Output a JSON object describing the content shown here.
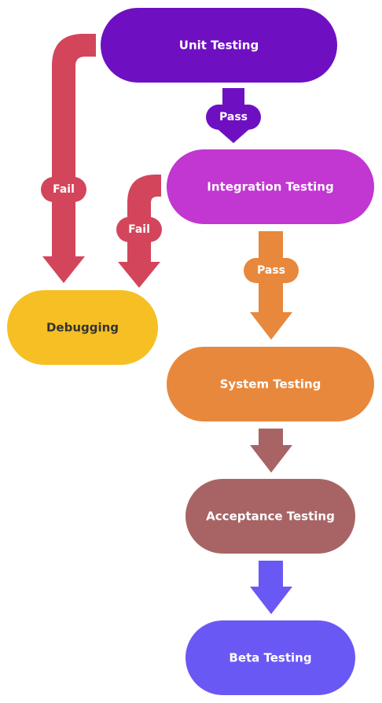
{
  "nodes": {
    "unit": {
      "label": "Unit Testing",
      "color": "#6e10c2",
      "text_color": "#ffffff"
    },
    "integration": {
      "label": "Integration Testing",
      "color": "#c236d1",
      "text_color": "#ffffff"
    },
    "debugging": {
      "label": "Debugging",
      "color": "#f6c024",
      "text_color": "#333333"
    },
    "system": {
      "label": "System Testing",
      "color": "#e8883c",
      "text_color": "#ffffff"
    },
    "acceptance": {
      "label": "Acceptance Testing",
      "color": "#a86464",
      "text_color": "#ffffff"
    },
    "beta": {
      "label": "Beta Testing",
      "color": "#6a58f4",
      "text_color": "#ffffff"
    }
  },
  "edges": {
    "unit_to_integration": {
      "label": "Pass",
      "color": "#6e10c2"
    },
    "integration_to_system": {
      "label": "Pass",
      "color": "#e8883c"
    },
    "unit_to_debugging": {
      "label": "Fail",
      "color": "#d3455b"
    },
    "integration_to_debugging": {
      "label": "Fail",
      "color": "#d3455b"
    },
    "system_to_acceptance": {
      "label": "",
      "color": "#a86464"
    },
    "acceptance_to_beta": {
      "label": "",
      "color": "#6a58f4"
    }
  }
}
